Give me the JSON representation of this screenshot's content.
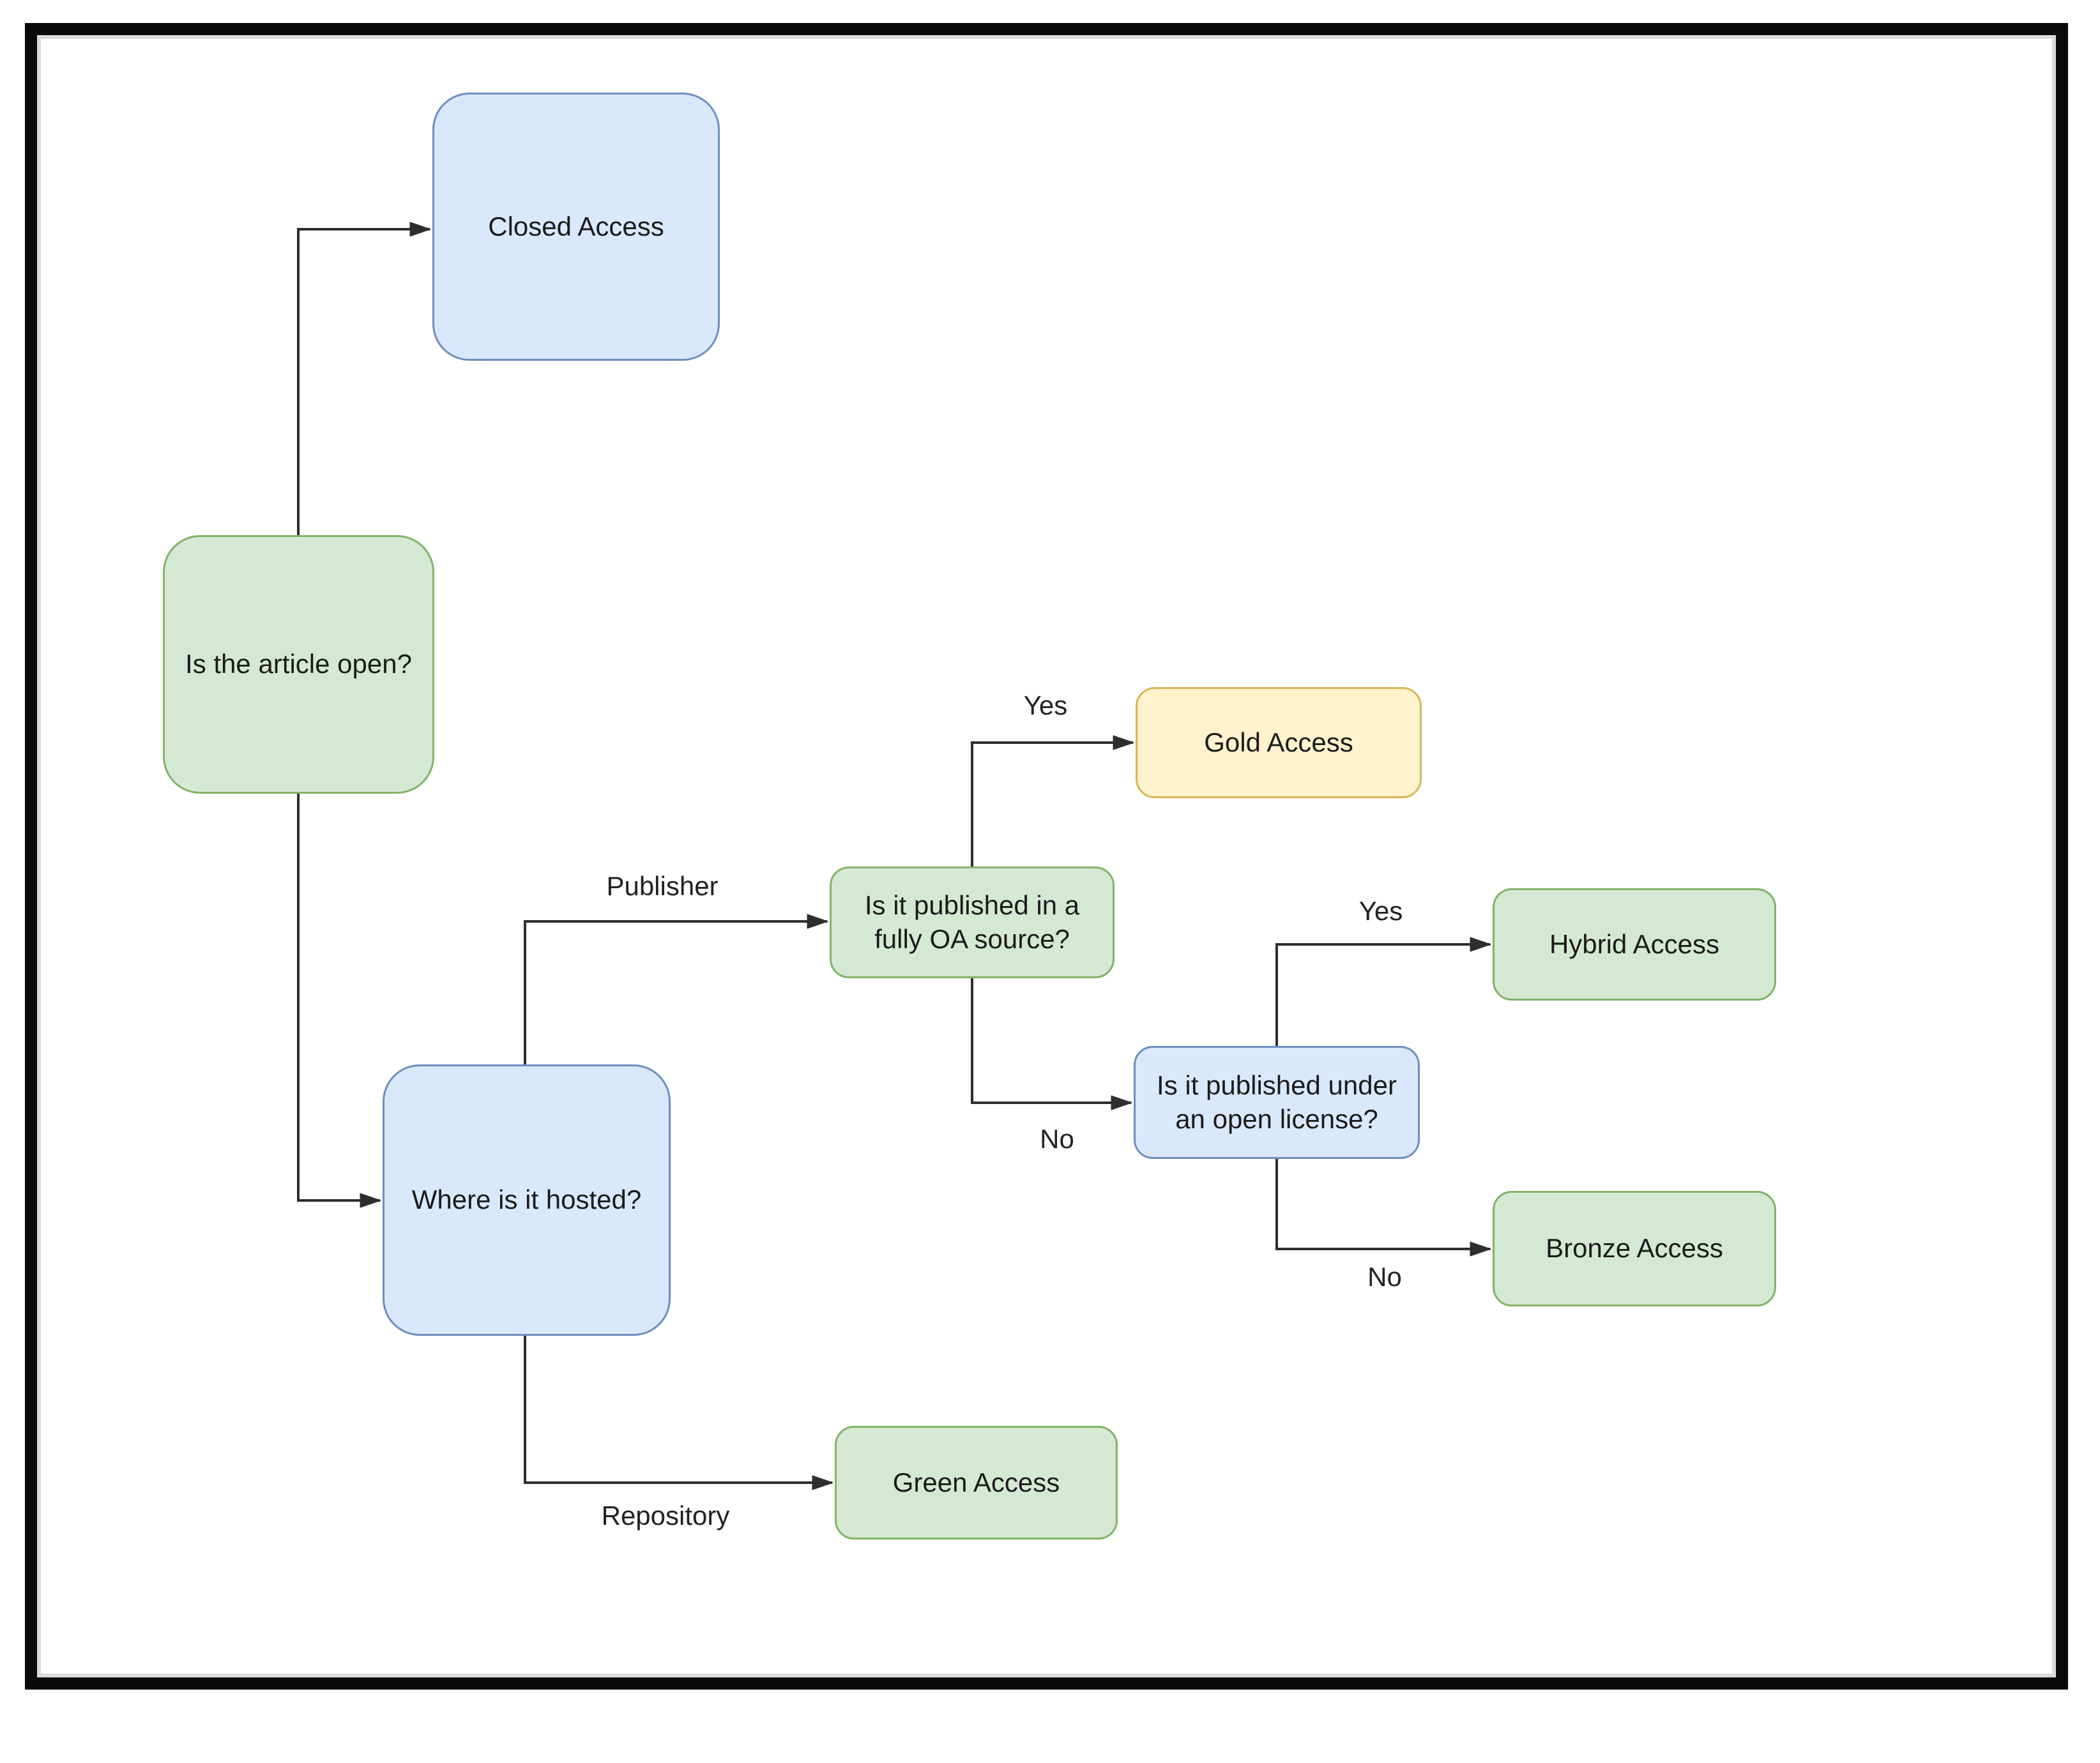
{
  "diagram": {
    "description": "Open access decision flowchart",
    "nodes": [
      {
        "id": "closed-access",
        "label": "Closed Access",
        "color": "blue"
      },
      {
        "id": "article-open",
        "label": "Is the article open?",
        "color": "green"
      },
      {
        "id": "where-hosted",
        "label": "Where is it hosted?",
        "color": "blue"
      },
      {
        "id": "oa-source",
        "label": "Is it published in a fully OA source?",
        "color": "green"
      },
      {
        "id": "gold-access",
        "label": "Gold Access",
        "color": "yellow"
      },
      {
        "id": "open-license",
        "label": "Is it published under an open license?",
        "color": "blue"
      },
      {
        "id": "hybrid-access",
        "label": "Hybrid Access",
        "color": "green"
      },
      {
        "id": "bronze-access",
        "label": "Bronze Access",
        "color": "green"
      },
      {
        "id": "green-access",
        "label": "Green Access",
        "color": "green"
      }
    ],
    "edge_labels": {
      "publisher": "Publisher",
      "repository": "Repository",
      "yes_gold": "Yes",
      "no_license": "No",
      "yes_hybrid": "Yes",
      "no_bronze": "No"
    },
    "palette": {
      "blue_fill": "#dae8fc",
      "blue_stroke": "#6c8ebf",
      "green_fill": "#d5e8d4",
      "green_stroke": "#82b366",
      "yellow_fill": "#fff2cc",
      "yellow_stroke": "#d6b656",
      "connector": "#2e2e2e",
      "frame_border": "#0a0a0a",
      "background": "#ffffff",
      "text": "#1b1b1b"
    }
  }
}
